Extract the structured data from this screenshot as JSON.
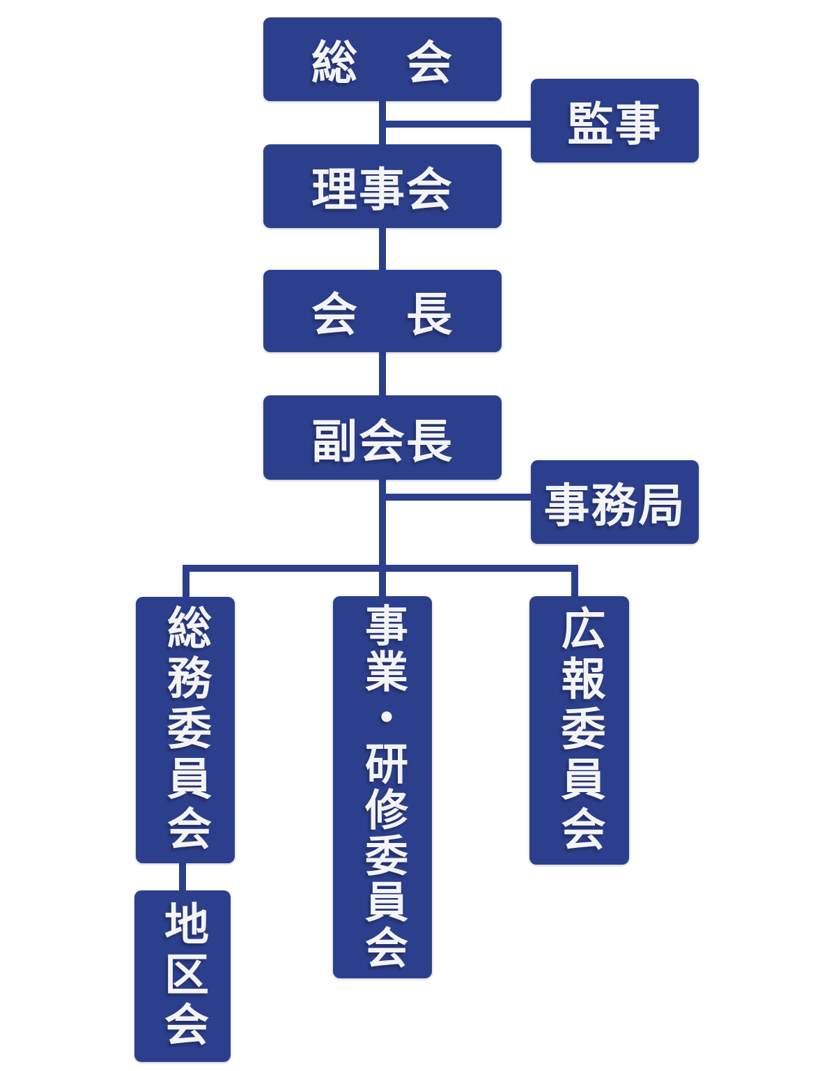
{
  "colors": {
    "box": "#2b3f8c",
    "text": "#f4f4f6",
    "background": "#ffffff"
  },
  "diagram": {
    "type": "org-chart",
    "nodes": {
      "soukai": {
        "label": "総　会",
        "meaning": "general-assembly"
      },
      "kanji": {
        "label": "監事",
        "meaning": "auditor"
      },
      "rijikai": {
        "label": "理事会",
        "meaning": "board-of-directors"
      },
      "kaicho": {
        "label": "会　長",
        "meaning": "president"
      },
      "fukukaicho": {
        "label": "副会長",
        "meaning": "vice-president"
      },
      "jimukyoku": {
        "label": "事務局",
        "meaning": "secretariat"
      },
      "soumu": {
        "label": "総務委員会",
        "meaning": "general-affairs-committee"
      },
      "jigyo": {
        "label": "事業・研修委員会",
        "meaning": "projects-training-committee"
      },
      "koho": {
        "label": "広報委員会",
        "meaning": "public-relations-committee"
      },
      "chiku": {
        "label": "地区会",
        "meaning": "district-association"
      }
    },
    "edges": [
      {
        "from": "soukai",
        "to": "rijikai"
      },
      {
        "from": "soukai",
        "to": "kanji",
        "style": "side-branch"
      },
      {
        "from": "rijikai",
        "to": "kaicho"
      },
      {
        "from": "kaicho",
        "to": "fukukaicho"
      },
      {
        "from": "fukukaicho",
        "to": "jimukyoku",
        "style": "side-branch"
      },
      {
        "from": "fukukaicho",
        "to": "soumu"
      },
      {
        "from": "fukukaicho",
        "to": "jigyo"
      },
      {
        "from": "fukukaicho",
        "to": "koho"
      },
      {
        "from": "soumu",
        "to": "chiku"
      }
    ]
  }
}
